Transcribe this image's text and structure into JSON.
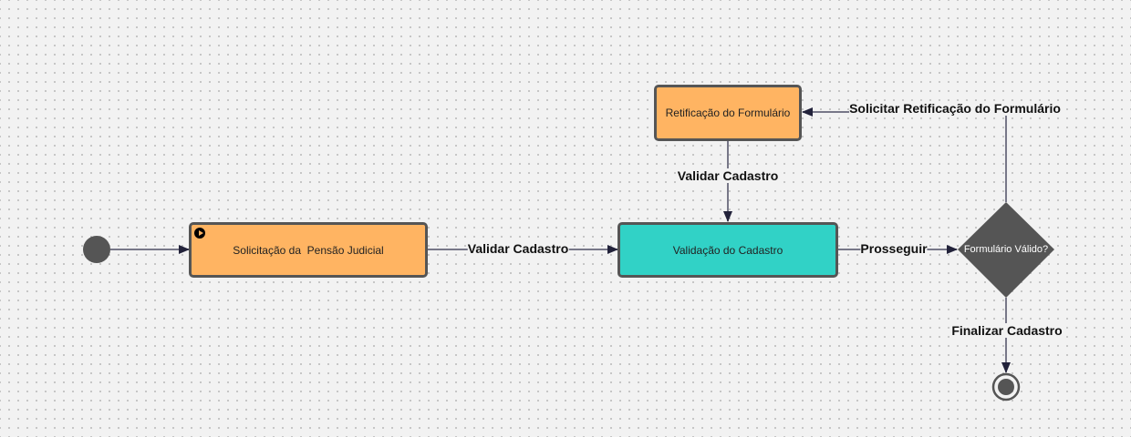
{
  "nodes": {
    "solicitacao": "Solicitação da  Pensão Judicial",
    "validacao": "Validação do Cadastro",
    "retificacao": "Retificação do Formulário",
    "decisao": "Formulário Válido?"
  },
  "edges": {
    "start_to_solicitacao": "",
    "solicitacao_to_validacao": "Validar Cadastro",
    "retificacao_to_validacao": "Validar Cadastro",
    "validacao_to_decisao": "Prosseguir",
    "decisao_to_retificacao": "Solicitar Retificação do Formulário",
    "decisao_to_end": "Finalizar Cadastro"
  },
  "colors": {
    "task_orange": "#ffb462",
    "task_teal": "#31d2c6",
    "decision": "#555555",
    "edge": "#777788",
    "arrowhead": "#22223a"
  }
}
